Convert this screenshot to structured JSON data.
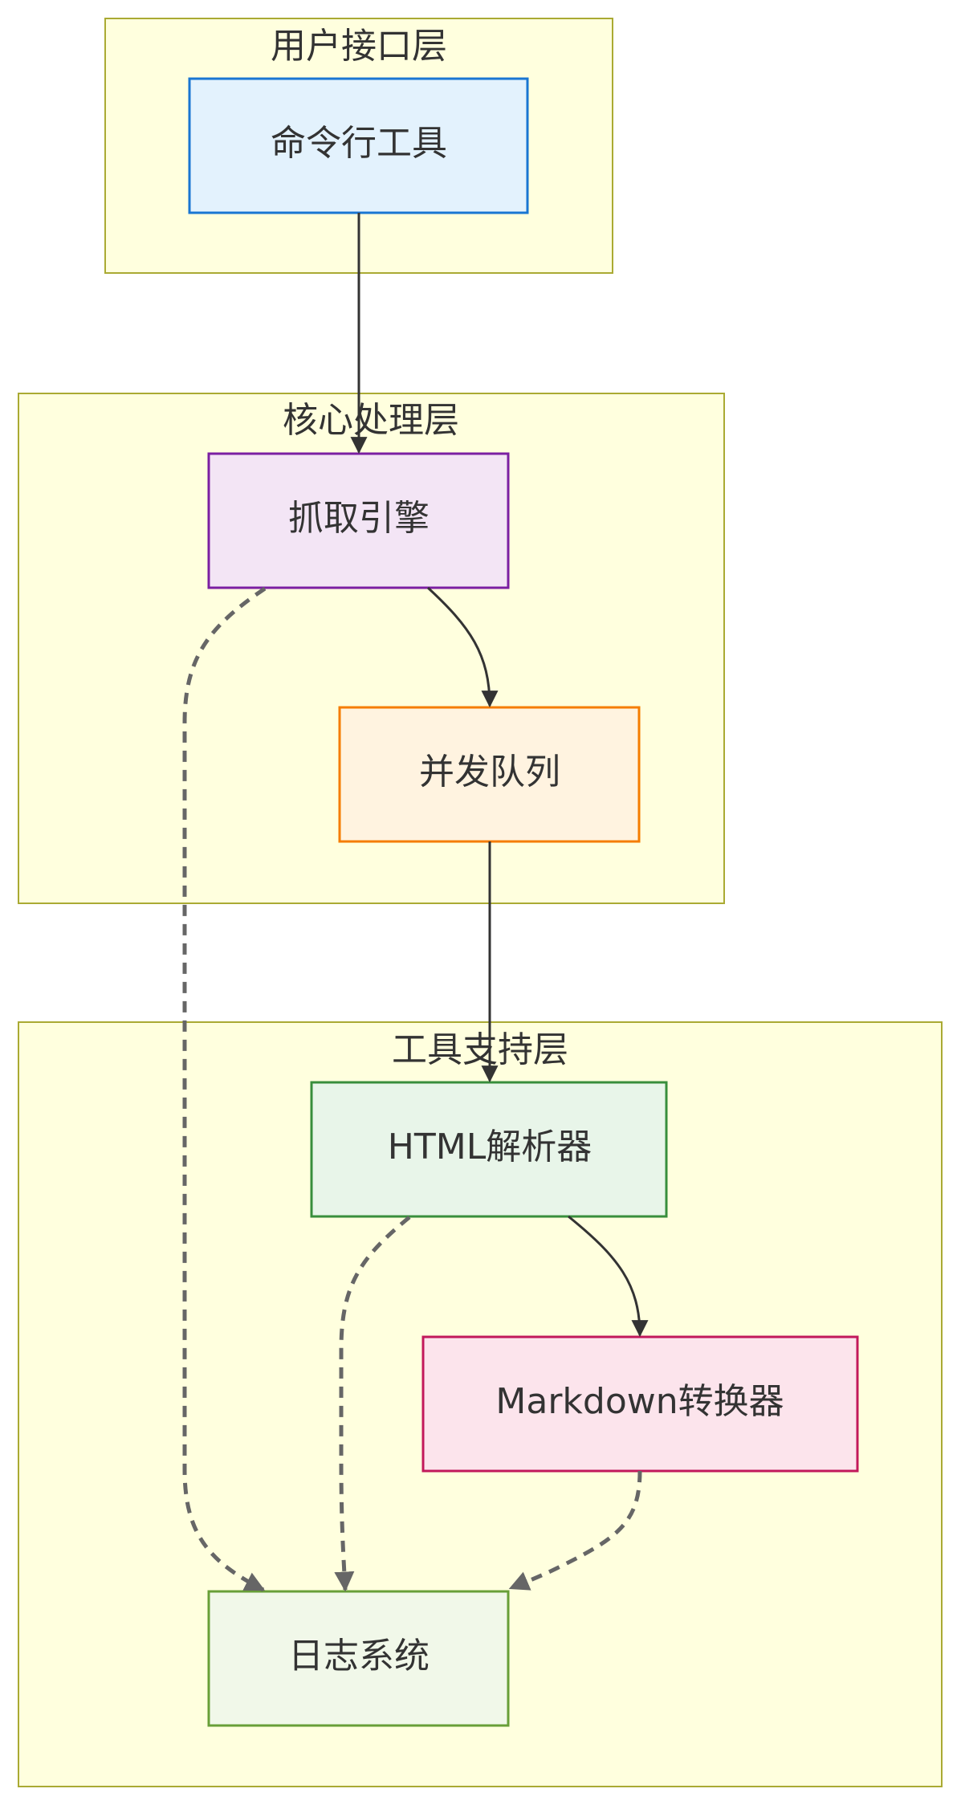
{
  "diagram": {
    "clusters": {
      "ui": {
        "label": "用户接口层"
      },
      "core": {
        "label": "核心处理层"
      },
      "tools": {
        "label": "工具支持层"
      }
    },
    "nodes": {
      "cli": {
        "label": "命令行工具",
        "fill": "#e3f2fd",
        "stroke": "#1976d2"
      },
      "engine": {
        "label": "抓取引擎",
        "fill": "#f3e5f5",
        "stroke": "#7b1fa2"
      },
      "queue": {
        "label": "并发队列",
        "fill": "#fff3e0",
        "stroke": "#f57c00"
      },
      "parser": {
        "label": "HTML解析器",
        "fill": "#e8f5e9",
        "stroke": "#388e3c"
      },
      "converter": {
        "label": "Markdown转换器",
        "fill": "#fce4ec",
        "stroke": "#c2185b"
      },
      "logger": {
        "label": "日志系统",
        "fill": "#f1f8e9",
        "stroke": "#689f38"
      }
    },
    "edges": [
      {
        "from": "命令行工具",
        "to": "抓取引擎",
        "style": "solid"
      },
      {
        "from": "抓取引擎",
        "to": "并发队列",
        "style": "solid"
      },
      {
        "from": "并发队列",
        "to": "HTML解析器",
        "style": "solid"
      },
      {
        "from": "HTML解析器",
        "to": "Markdown转换器",
        "style": "solid"
      },
      {
        "from": "抓取引擎",
        "to": "日志系统",
        "style": "dashed"
      },
      {
        "from": "HTML解析器",
        "to": "日志系统",
        "style": "dashed"
      },
      {
        "from": "Markdown转换器",
        "to": "日志系统",
        "style": "dashed"
      }
    ],
    "colors": {
      "cluster_fill": "#ffffde",
      "cluster_stroke": "#aaaa33",
      "edge_solid": "#333333",
      "edge_dashed": "#666666",
      "text": "#333333"
    }
  }
}
